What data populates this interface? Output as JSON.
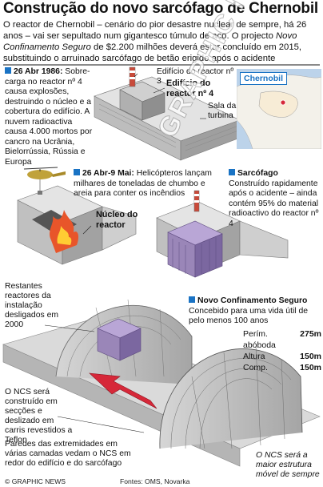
{
  "title": "Construção do novo sarcófago de Chernobil",
  "intro": {
    "part1": "O reactor de Chernobil – cenário do pior desastre nuclear de sempre, há 26 anos – vai ser sepultado num gigantesco túmulo de aço. O projecto ",
    "italic": "Novo Confinamento Seguro",
    "part2": " de $2.200 milhões deverá estar concluído em 2015, substituindo o arruinado sarcófago de betão erigido após o acidente"
  },
  "section1": {
    "date": "26 Abr 1986:",
    "text": " Sobre-carga no reactor nº 4 causa explosões, destruindo o núcleo e a cobertura do edifício. A nuvem radioactiva causa 4.000 mortos por cancro na Ucrânia, Bielorrússia, Rússia e Europa"
  },
  "labels": {
    "edificio3": "Edifício do reactor nº 3",
    "edificio4": "Edifício do reactor nº 4",
    "sala": "Sala da turbina",
    "nucleo": "Núcleo do reactor",
    "restantes": "Restantes reactores da instalação desligados em 2000"
  },
  "map": {
    "label": "Chernobil"
  },
  "section2": {
    "date": "26 Abr-9 Mai:",
    "text": " Helicópteros lançam milhares de toneladas de chumbo e areia para conter os incêndios"
  },
  "section3": {
    "head": "Sarcófago",
    "text": "Construído rapidamente após o acidente – ainda contém 95% do material radioactivo do reactor nº 4"
  },
  "section4": {
    "head": "Novo Confinamento Seguro",
    "text": "Concebido para uma vida útil de pelo menos 100 anos",
    "specs": [
      {
        "label": "Perím. abóboda",
        "value": "275m"
      },
      {
        "label": "Altura",
        "value": "150m"
      },
      {
        "label": "Comp.",
        "value": "150m"
      }
    ]
  },
  "notes": {
    "ncs": "O NCS será construído em secções e deslizado em carris revestidos a Teflon",
    "paredes": "Paredes das extremidades em várias camadas vedam o NCS em redor do edifício e do sarcófago",
    "maior": "O NCS será a maior estrutura móvel de sempre"
  },
  "footer": {
    "credit": "© GRAPHIC NEWS",
    "sources": "Fontes: OMS, Novarka"
  },
  "watermark": "GRAPHIC NEWS",
  "colors": {
    "accent": "#1a73c4",
    "arrow": "#d62839",
    "fire": "#e8552a",
    "sarcophagus": "#9a86b8",
    "building": "#c8c8c8"
  }
}
